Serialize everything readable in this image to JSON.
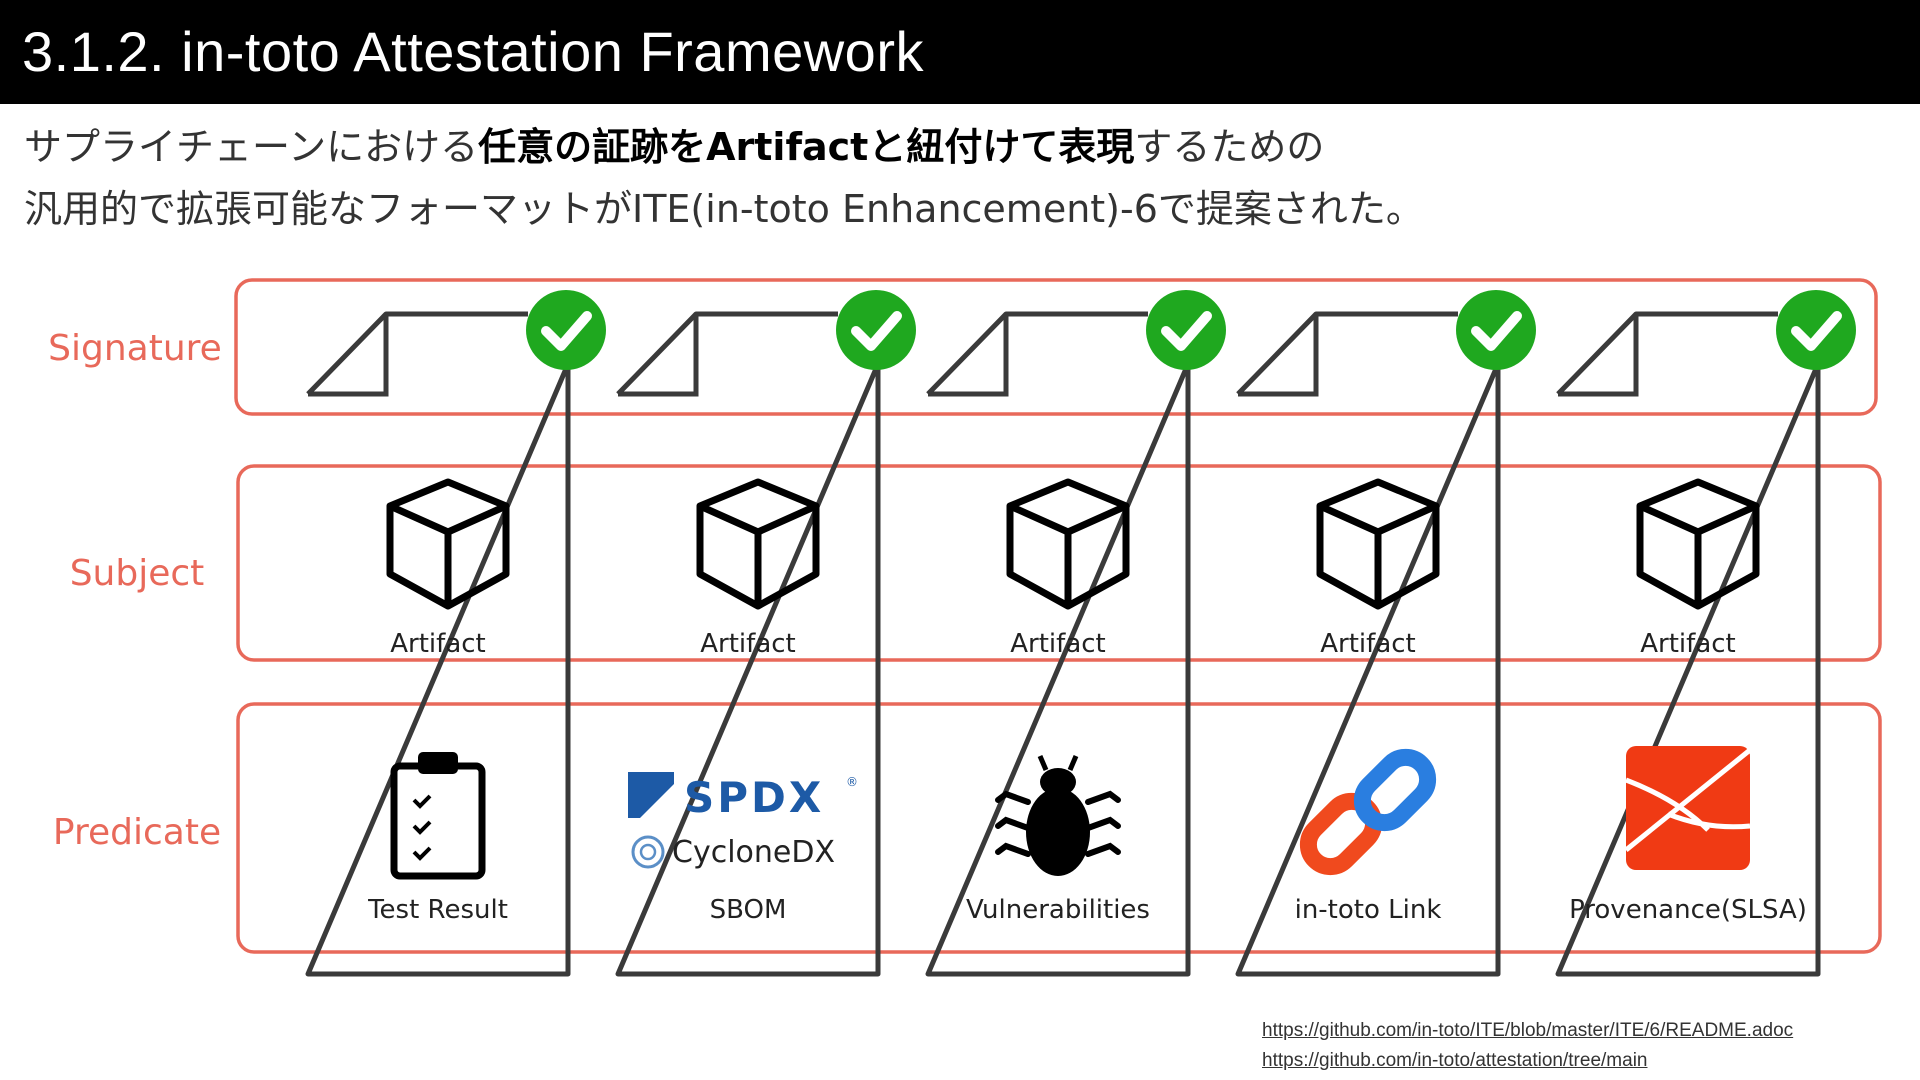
{
  "title": "3.1.2. in-toto Attestation Framework",
  "subtitle": {
    "line1_pre": "サプライチェーンにおける",
    "line1_bold": "任意の証跡をArtifactと紐付けて表現",
    "line1_post": "するための",
    "line2": "汎用的で拡張可能なフォーマットがITE(in-toto Enhancement)-6で提案された。"
  },
  "rows": {
    "signature": "Signature",
    "subject": "Subject",
    "predicate": "Predicate"
  },
  "columns": [
    {
      "subject": "Artifact",
      "predicate": "Test Result",
      "icon": "clipboard-checklist-icon"
    },
    {
      "subject": "Artifact",
      "predicate": "SBOM",
      "icon": "spdx-cyclonedx-logo",
      "logo1": "SPDX",
      "logo1_mark": "®",
      "logo2": "CycloneDX"
    },
    {
      "subject": "Artifact",
      "predicate": "Vulnerabilities",
      "icon": "bug-icon"
    },
    {
      "subject": "Artifact",
      "predicate": "in-toto Link",
      "icon": "chain-link-icon"
    },
    {
      "subject": "Artifact",
      "predicate": "Provenance(SLSA)",
      "icon": "slsa-logo"
    }
  ],
  "colors": {
    "accent_red": "#e8695a",
    "check_green": "#1fa81f",
    "frame_gray": "#3a3a3a"
  },
  "links": [
    "https://github.com/in-toto/ITE/blob/master/ITE/6/README.adoc",
    "https://github.com/in-toto/attestation/tree/main"
  ]
}
